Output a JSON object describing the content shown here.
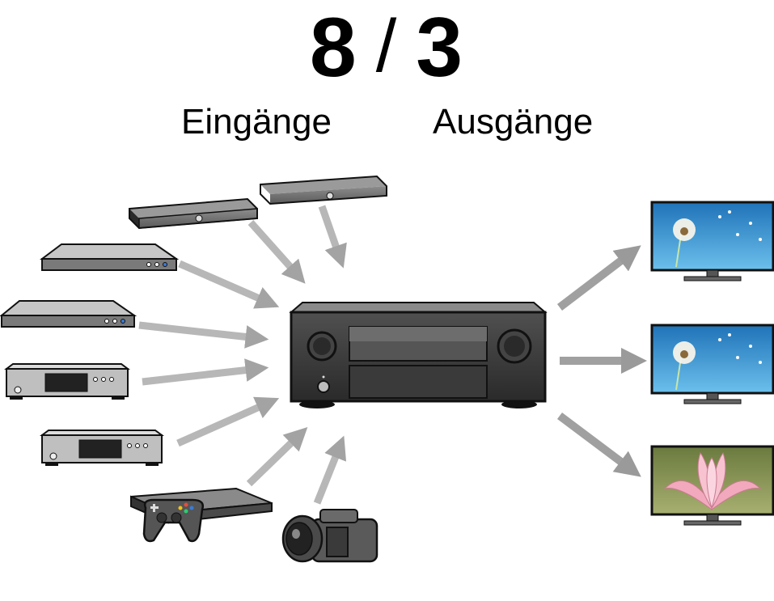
{
  "header": {
    "inputs_count": "8",
    "separator": "/",
    "outputs_count": "3",
    "inputs_label": "Eingänge",
    "outputs_label": "Ausgänge"
  },
  "devices": {
    "inputs": [
      "streaming-box",
      "streaming-box",
      "blu-ray-player",
      "dvd-player",
      "cd-player",
      "cd-player",
      "game-console",
      "camcorder"
    ],
    "receiver": "av-receiver",
    "outputs": [
      "tv",
      "tv",
      "tv"
    ]
  },
  "colors": {
    "arrow": "#a8a8a8",
    "device_dark": "#3a3a3a",
    "screen_sky": "#2f8fd0",
    "flower_pink": "#f4b6c6"
  }
}
